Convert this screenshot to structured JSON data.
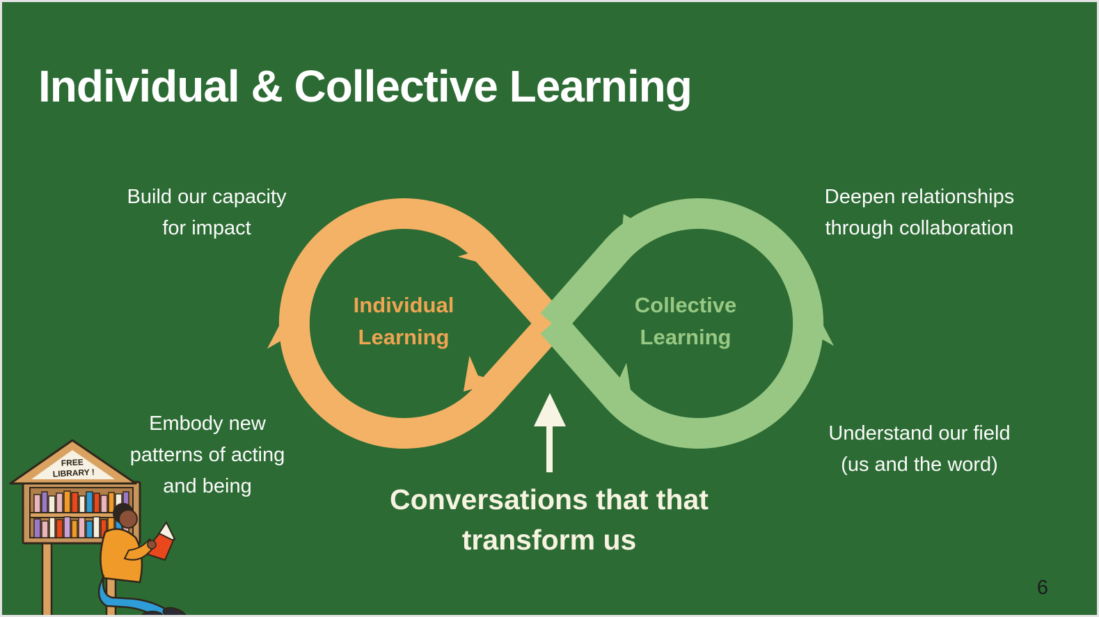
{
  "slide": {
    "title": "Individual & Collective Learning",
    "page_number": "6",
    "labels": {
      "build": "Build our capacity\nfor impact",
      "deepen": "Deepen relationships\nthrough collaboration",
      "embody": "Embody new\npatterns of acting\nand being",
      "understand": "Understand our field\n(us and the word)"
    },
    "diagram": {
      "left_loop_label": "Individual\nLearning",
      "right_loop_label": "Collective\nLearning",
      "center_caption": "Conversations that that\ntransform us"
    },
    "illustration": {
      "sign_line1": "FREE",
      "sign_line2": "LIBRARY !"
    },
    "colors": {
      "background": "#2c6b34",
      "individual_loop": "#f4b266",
      "individual_label_text": "#eda453",
      "collective_loop": "#97c783",
      "collective_label_text": "#98c883",
      "corner_label_text": "#fbfbfb",
      "caption_text": "#f7f3e1",
      "up_arrow": "#f7f4e4",
      "page_number_text": "#1c1c1c"
    }
  }
}
